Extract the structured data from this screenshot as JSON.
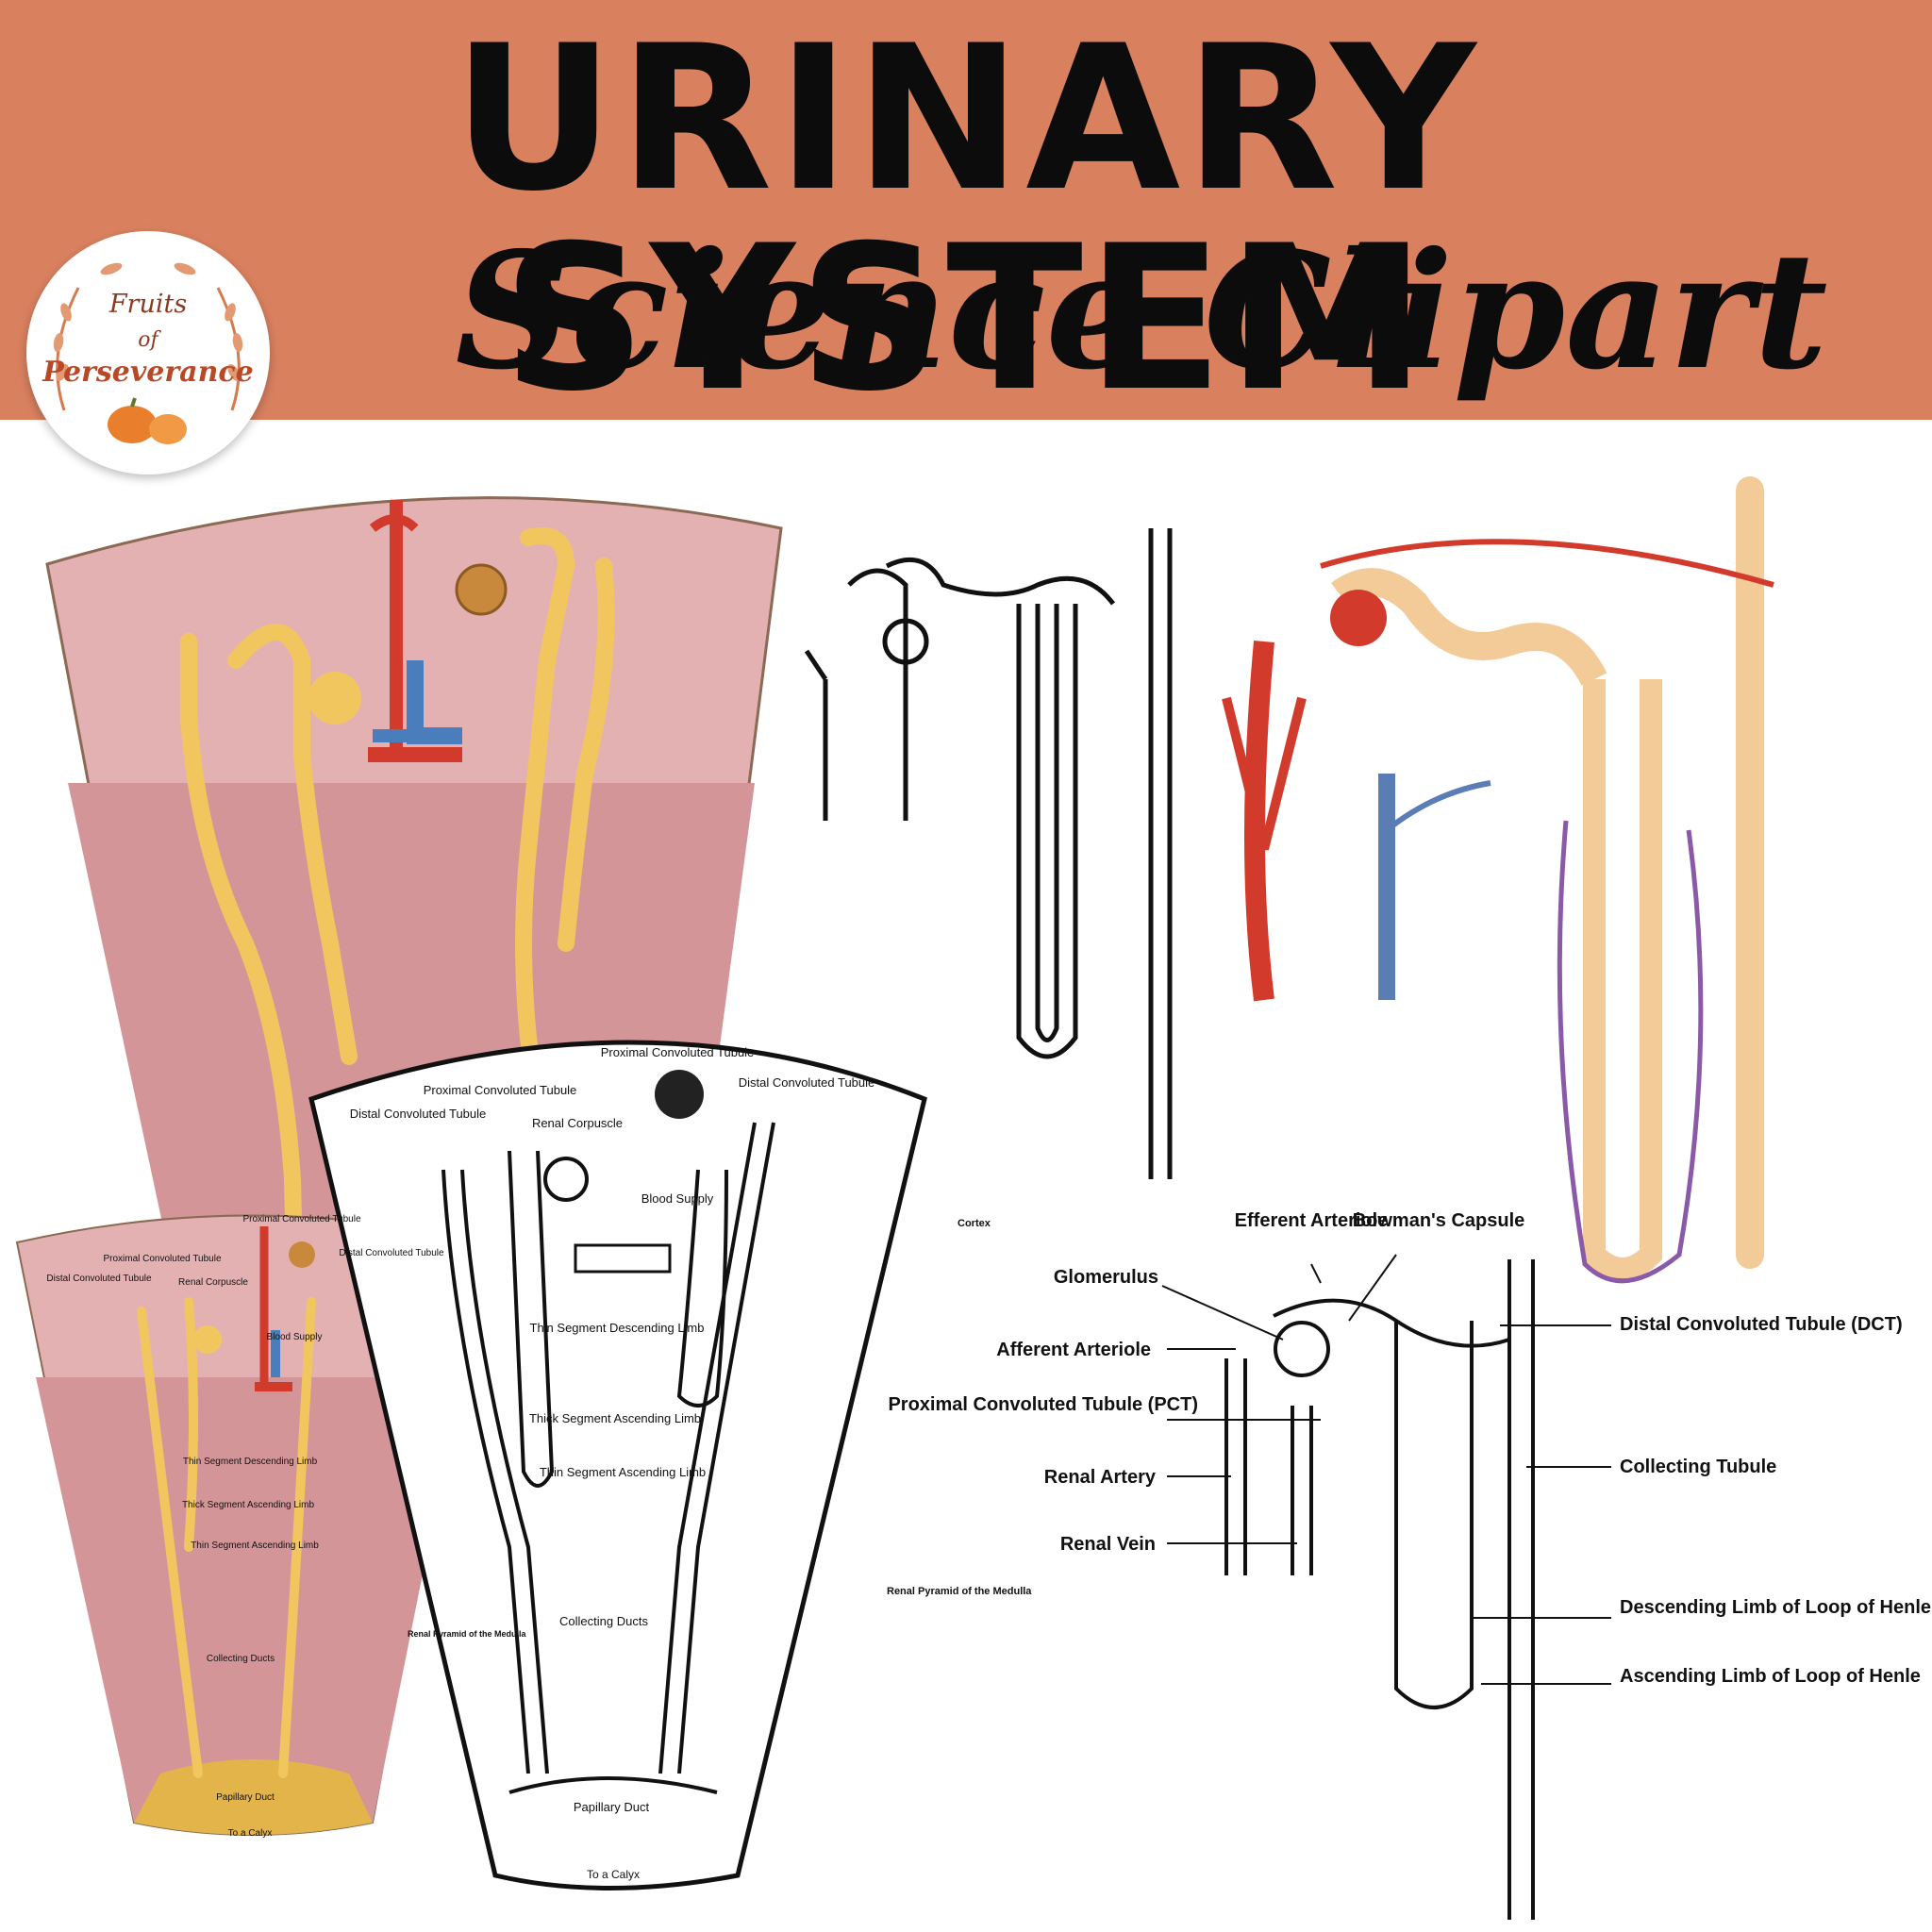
{
  "header": {
    "title": "URINARY SYSTEM",
    "subtitle": "Science Clipart"
  },
  "logo": {
    "line1": "Fruits",
    "line2": "of",
    "line3": "Perseverance"
  },
  "colors": {
    "banner": "#d9805f",
    "tissue_pink": "#e4b1b3",
    "tissue_pink_dark": "#d49599",
    "tubule_yellow": "#f2c65f",
    "tubule_tan": "#f3cb98",
    "artery_red": "#d23b2c",
    "vein_blue": "#4a7dbb",
    "capillary_purple": "#8a5aa8"
  },
  "white_pyramid": {
    "labels": {
      "pct": "Proximal Convoluted Tubule",
      "pct_left": "Proximal Convoluted Tubule",
      "dct_right": "Distal Convoluted Tubule",
      "dct_left": "Distal Convoluted Tubule",
      "renal_corpuscle": "Renal Corpuscle",
      "blood_supply": "Blood Supply",
      "cortex": "Cortex",
      "thin_desc": "Thin Segment Descending Limb",
      "thick_asc": "Thick Segment Ascending Limb",
      "thin_asc": "Thin Segment Ascending Limb",
      "collecting": "Collecting Ducts",
      "pyramid_right": "Renal Pyramid of the Medulla",
      "pyramid_left": "Renal Pyramid of the Medulla",
      "papillary": "Papillary Duct",
      "calyx": "To a Calyx"
    }
  },
  "small_pink_pyramid": {
    "labels": {
      "pct": "Proximal Convoluted Tubule",
      "pct_left": "Proximal Convoluted Tubule",
      "dct_right": "Distal Convoluted Tubule",
      "dct_left": "Distal Convoluted Tubule",
      "renal_corpuscle": "Renal Corpuscle",
      "blood_supply": "Blood Supply",
      "thin_desc": "Thin Segment Descending Limb",
      "thick_asc": "Thick Segment Ascending Limb",
      "thin_asc": "Thin Segment Ascending Limb",
      "collecting": "Collecting Ducts",
      "papillary": "Papillary Duct",
      "calyx": "To a Calyx"
    }
  },
  "nephron_labels": {
    "efferent": "Efferent Arteriole",
    "bowman": "Bowman's Capsule",
    "glomerulus": "Glomerulus",
    "afferent": "Afferent Arteriole",
    "pct": "Proximal Convoluted Tubule (PCT)",
    "renal_artery": "Renal Artery",
    "renal_vein": "Renal Vein",
    "dct": "Distal Convoluted Tubule (DCT)",
    "collecting": "Collecting Tubule",
    "descending": "Descending Limb of Loop of Henle",
    "ascending": "Ascending Limb of Loop of Henle"
  }
}
